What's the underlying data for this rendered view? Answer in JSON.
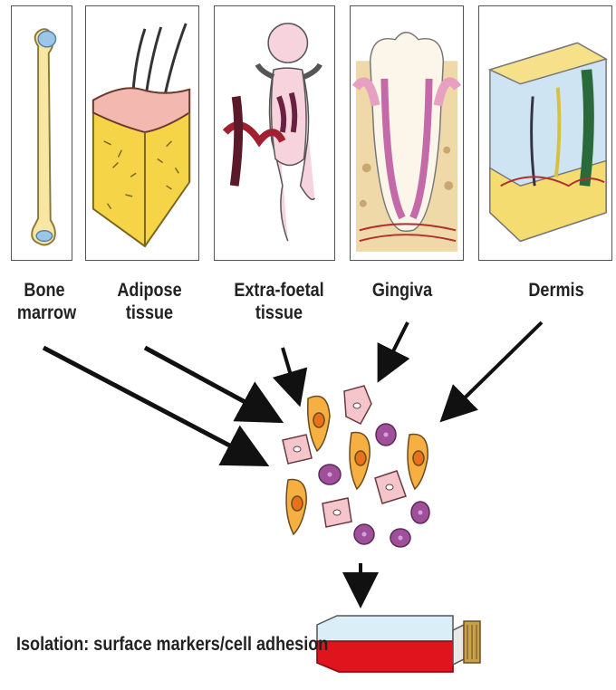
{
  "sources": [
    {
      "id": "bone-marrow",
      "line1": "Bone",
      "line2": "marrow",
      "icon": "bone-icon"
    },
    {
      "id": "adipose",
      "line1": "Adipose",
      "line2": "tissue",
      "icon": "adipose-tissue-icon"
    },
    {
      "id": "extra-foetal",
      "line1": "Extra-foetal",
      "line2": "tissue",
      "icon": "foetus-icon"
    },
    {
      "id": "gingiva",
      "line1": "Gingiva",
      "line2": "",
      "icon": "tooth-gingiva-icon"
    },
    {
      "id": "dermis",
      "line1": "Dermis",
      "line2": "",
      "icon": "skin-dermis-icon"
    }
  ],
  "isolation_label": "Isolation: surface markers/cell adhesion",
  "colors": {
    "arrow": "#111111",
    "fibroblast": "#f4c6cc",
    "msc_cell": "#f5b041",
    "msc_nucleus": "#e8711a",
    "round_cell": "#a0509a",
    "flask_medium": "#e0141c",
    "flask_cap": "#c8a04a"
  }
}
